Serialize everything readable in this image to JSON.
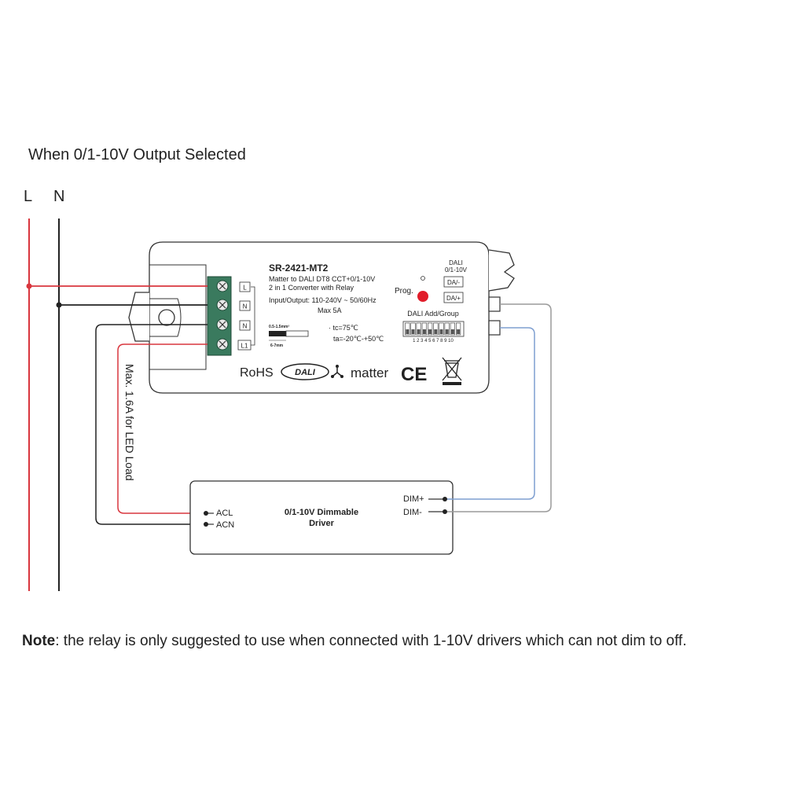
{
  "title": "When 0/1-10V Output Selected",
  "lines": {
    "live": "L",
    "neutral": "N"
  },
  "device": {
    "model": "SR-2421-MT2",
    "desc_line1": "Matter to DALI DT8 CCT+0/1-10V",
    "desc_line2": "2 in 1 Converter with Relay",
    "io_line": "Input/Output: 110-240V ~ 50/60Hz",
    "max": "Max 5A",
    "wire_size": "0.5-1.5mm²",
    "strip_len": "6-7mm",
    "tc": "· tc=75℃",
    "ta": "ta=-20℃-+50℃",
    "prog_label": "Prog.",
    "dali_label": "DALI",
    "output_label": "0/1-10V",
    "port_da_minus": "DA/-",
    "port_da_plus": "DA/+",
    "dip_title": "DALI Add/Group",
    "dip_numbers": "1 2 3 4 5 6 7 8 9 10",
    "terminals": [
      "L",
      "N",
      "N",
      "L1"
    ],
    "logos": {
      "rohs": "RoHS",
      "dali": "DALI",
      "matter": "matter",
      "ce": "CE"
    }
  },
  "load_label": "Max. 1.6A for LED Load",
  "driver": {
    "name_line1": "0/1-10V Dimmable",
    "name_line2": "Driver",
    "acl": "ACL",
    "acn": "ACN",
    "dim_plus": "DIM+",
    "dim_minus": "DIM-"
  },
  "note": {
    "bold": "Note",
    "text": ": the relay is only suggested to use when connected with 1-10V drivers which can not dim to off."
  },
  "colors": {
    "live_wire": "#d9363e",
    "neutral_wire": "#222222",
    "dim_plus_wire": "#7f9fd0",
    "dim_minus_wire": "#9a9a9a",
    "terminal_block": "#3a7a5e",
    "prog_led": "#e11d2a"
  }
}
